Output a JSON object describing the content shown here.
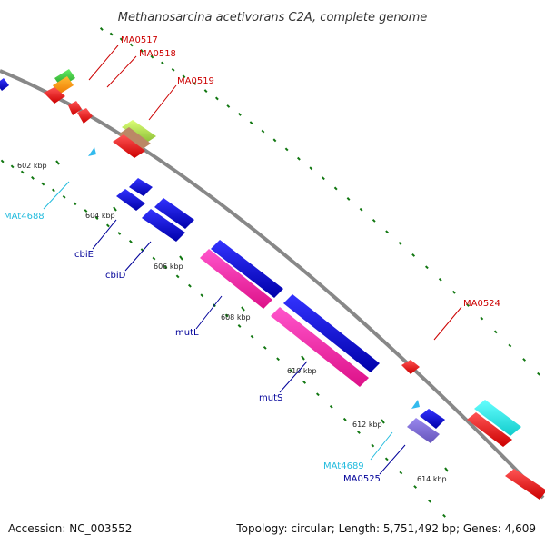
{
  "title": "Methanosarcina acetivorans C2A, complete genome",
  "footer": {
    "accession": "Accession: NC_003552",
    "summary": "Topology: circular; Length: 5,751,492 bp; Genes: 4,609"
  },
  "colors": {
    "backbone": "#888888",
    "dots": "#117711",
    "red_label": "#cc0000",
    "blue_label": "#000099",
    "cyan_label": "#22bbdd"
  },
  "ticks": [
    "602 kbp",
    "604 kbp",
    "606 kbp",
    "608 kbp",
    "610 kbp",
    "612 kbp",
    "614 kbp"
  ],
  "gene_labels": [
    {
      "name": "MA0517",
      "color": "red"
    },
    {
      "name": "MA0518",
      "color": "red"
    },
    {
      "name": "MA0519",
      "color": "red"
    },
    {
      "name": "MA0524",
      "color": "red"
    },
    {
      "name": "MAt4688",
      "color": "cyan"
    },
    {
      "name": "MAt4689",
      "color": "cyan"
    },
    {
      "name": "cbiE",
      "color": "blue"
    },
    {
      "name": "cbiD",
      "color": "blue"
    },
    {
      "name": "mutL",
      "color": "blue"
    },
    {
      "name": "mutS",
      "color": "blue"
    },
    {
      "name": "MA0525",
      "color": "blue"
    }
  ]
}
